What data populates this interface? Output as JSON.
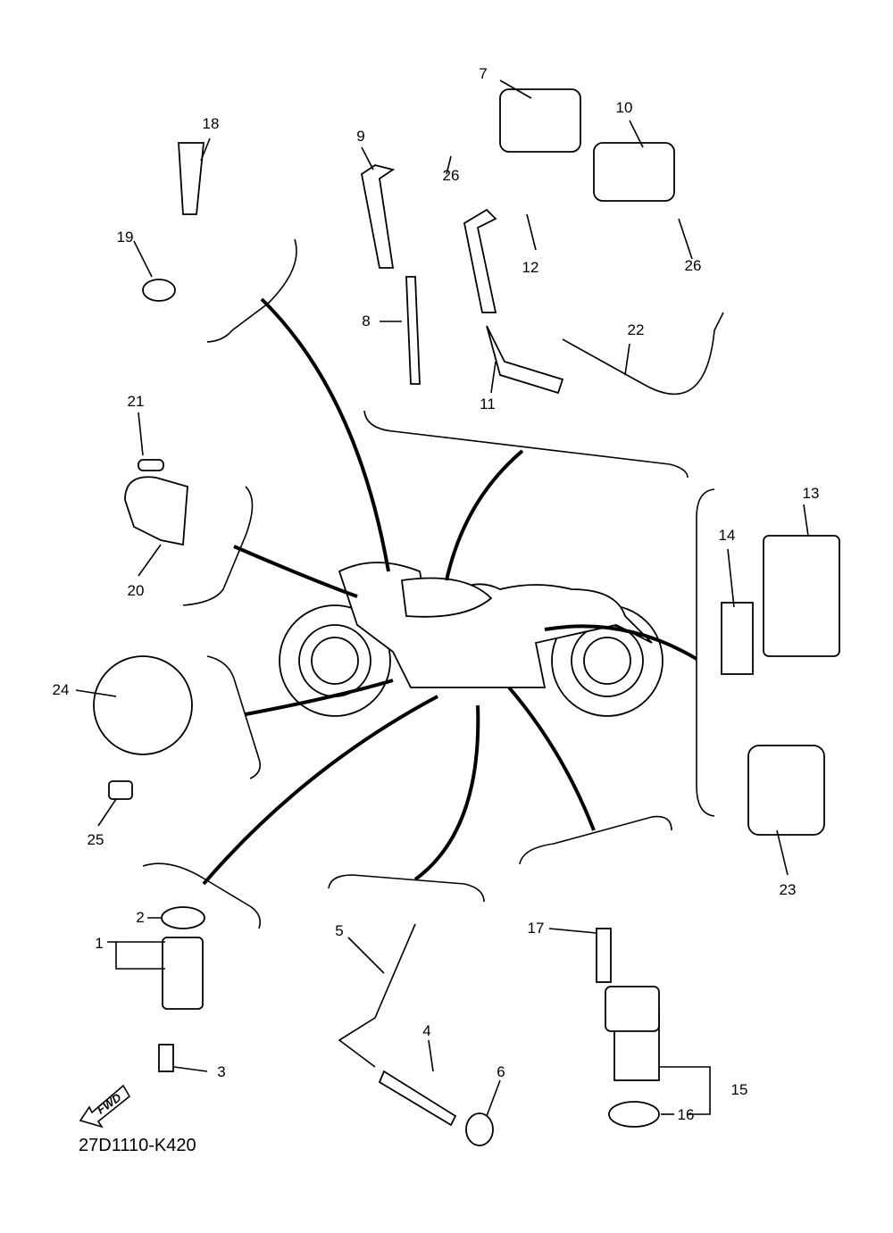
{
  "diagram": {
    "title_code": "27D1110-K420",
    "direction_label": "FWD",
    "part_labels": [
      {
        "id": "1",
        "text": "1"
      },
      {
        "id": "2",
        "text": "2"
      },
      {
        "id": "3",
        "text": "3"
      },
      {
        "id": "4",
        "text": "4"
      },
      {
        "id": "5",
        "text": "5"
      },
      {
        "id": "6",
        "text": "6"
      },
      {
        "id": "7",
        "text": "7"
      },
      {
        "id": "8",
        "text": "8"
      },
      {
        "id": "9",
        "text": "9"
      },
      {
        "id": "10",
        "text": "10"
      },
      {
        "id": "11",
        "text": "11"
      },
      {
        "id": "12",
        "text": "12"
      },
      {
        "id": "13",
        "text": "13"
      },
      {
        "id": "14",
        "text": "14"
      },
      {
        "id": "15",
        "text": "15"
      },
      {
        "id": "16",
        "text": "16"
      },
      {
        "id": "17",
        "text": "17"
      },
      {
        "id": "18",
        "text": "18"
      },
      {
        "id": "19",
        "text": "19"
      },
      {
        "id": "20",
        "text": "20"
      },
      {
        "id": "21",
        "text": "21"
      },
      {
        "id": "22",
        "text": "22"
      },
      {
        "id": "23",
        "text": "23"
      },
      {
        "id": "24",
        "text": "24"
      },
      {
        "id": "25",
        "text": "25"
      },
      {
        "id": "26a",
        "text": "26"
      },
      {
        "id": "26b",
        "text": "26"
      }
    ]
  }
}
